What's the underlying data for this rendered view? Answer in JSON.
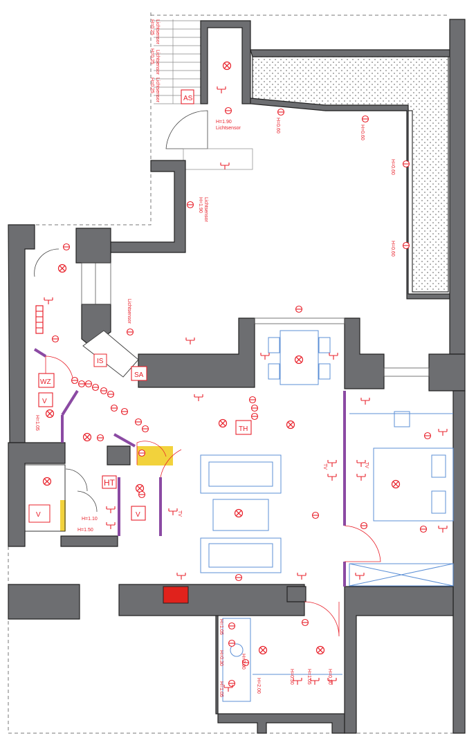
{
  "rooms": {
    "room_th": "TH",
    "room_ht": "HT",
    "room_is": "IS",
    "room_as": "AS",
    "room_wz": "WZ",
    "room_v1": "V",
    "room_v2": "V",
    "room_v3": "V",
    "room_sa": "SA"
  },
  "sensor_labels": {
    "s1": "H=0.25",
    "s2": "H=0.25",
    "s3": "H=0.25",
    "s4": "Lichtsensor",
    "s5": "Lichtsensor",
    "s6": "Lichtsensor",
    "s7": "H=1.90",
    "s8": "Lichtsensor",
    "s9": "H=1.90",
    "s10": "Lichtsensor",
    "s11": "Lichtsensor"
  },
  "height_labels": {
    "h1": "H=0.60",
    "h2": "H=0.60",
    "h3": "H=0.60",
    "h4": "H=0.60",
    "h5": "H=1.05",
    "h6": "H=1.10",
    "h7": "H=1.50",
    "h8": "H=1.05",
    "h9": "H=0.30",
    "h10": "H=2.00",
    "h11": "H=1.05",
    "h12": "H=0.30",
    "h13": "H=1.05",
    "h14": "H=0.30",
    "h15": "H=2.00",
    "h16": "TV",
    "h17": "TV",
    "h18": "TV"
  },
  "colors": {
    "wall": "#6d6e71",
    "symbol_red": "#e8202a",
    "furniture_blue": "#5b8fd6",
    "partition_purple": "#8b4aa3",
    "door_yellow": "#f2d23c",
    "fill_red": "#e0221c"
  }
}
